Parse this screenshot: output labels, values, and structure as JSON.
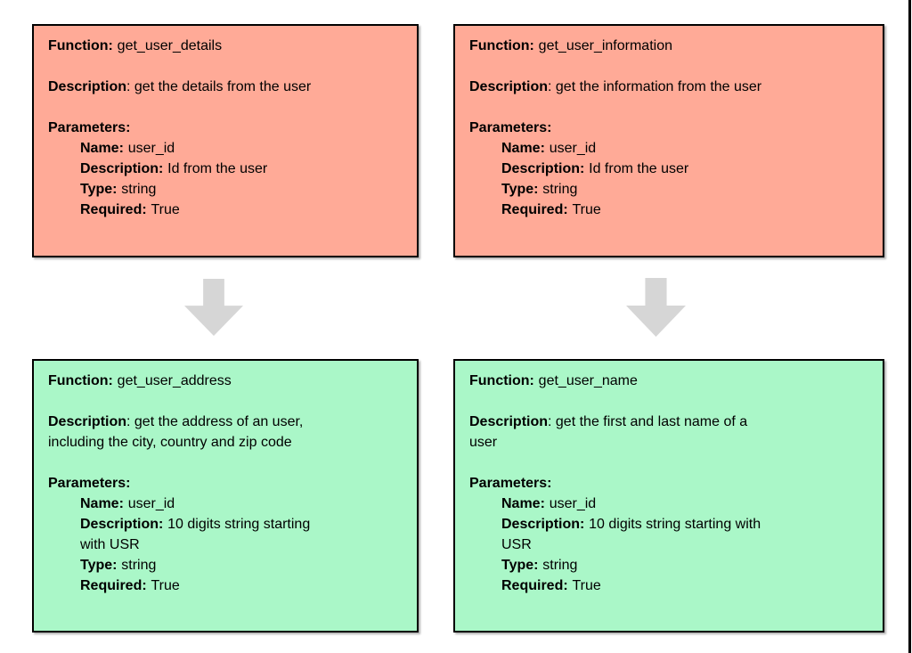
{
  "boxes": [
    {
      "function_label": "Function:",
      "function_name": "get_user_details",
      "description_label": "Description",
      "description_text": ": get the details from the user",
      "parameters_label": "Parameters:",
      "params": [
        {
          "label": "Name:",
          "value": "user_id"
        },
        {
          "label": "Description:",
          "value": "Id from the user"
        },
        {
          "label": "Type:",
          "value": "string"
        },
        {
          "label": "Required:",
          "value": "True"
        }
      ]
    },
    {
      "function_label": "Function:",
      "function_name": "get_user_information",
      "description_label": "Description",
      "description_text": ": get the information from the user",
      "parameters_label": "Parameters:",
      "params": [
        {
          "label": "Name:",
          "value": "user_id"
        },
        {
          "label": "Description:",
          "value": "Id from the user"
        },
        {
          "label": "Type:",
          "value": "string"
        },
        {
          "label": "Required:",
          "value": "True"
        }
      ]
    },
    {
      "function_label": "Function:",
      "function_name": "get_user_address",
      "description_label": "Description",
      "description_text": ": get the address of an user,\nincluding the city, country and zip code",
      "parameters_label": "Parameters:",
      "params": [
        {
          "label": "Name:",
          "value": "user_id"
        },
        {
          "label": "Description:",
          "value": "10 digits string starting\nwith USR"
        },
        {
          "label": "Type:",
          "value": "string"
        },
        {
          "label": "Required:",
          "value": "True"
        }
      ]
    },
    {
      "function_label": "Function:",
      "function_name": "get_user_name",
      "description_label": "Description",
      "description_text": ": get the first and last name of a\nuser",
      "parameters_label": "Parameters:",
      "params": [
        {
          "label": "Name:",
          "value": "user_id"
        },
        {
          "label": "Description:",
          "value": "10 digits string starting with\nUSR"
        },
        {
          "label": "Type:",
          "value": "string"
        },
        {
          "label": "Required:",
          "value": "True"
        }
      ]
    }
  ],
  "colors": {
    "top_box_fill": "#ffaa97",
    "bottom_box_fill": "#aaf7c8",
    "arrow": "#d6d6d6",
    "border": "#000000",
    "frame_line": "#000000"
  }
}
